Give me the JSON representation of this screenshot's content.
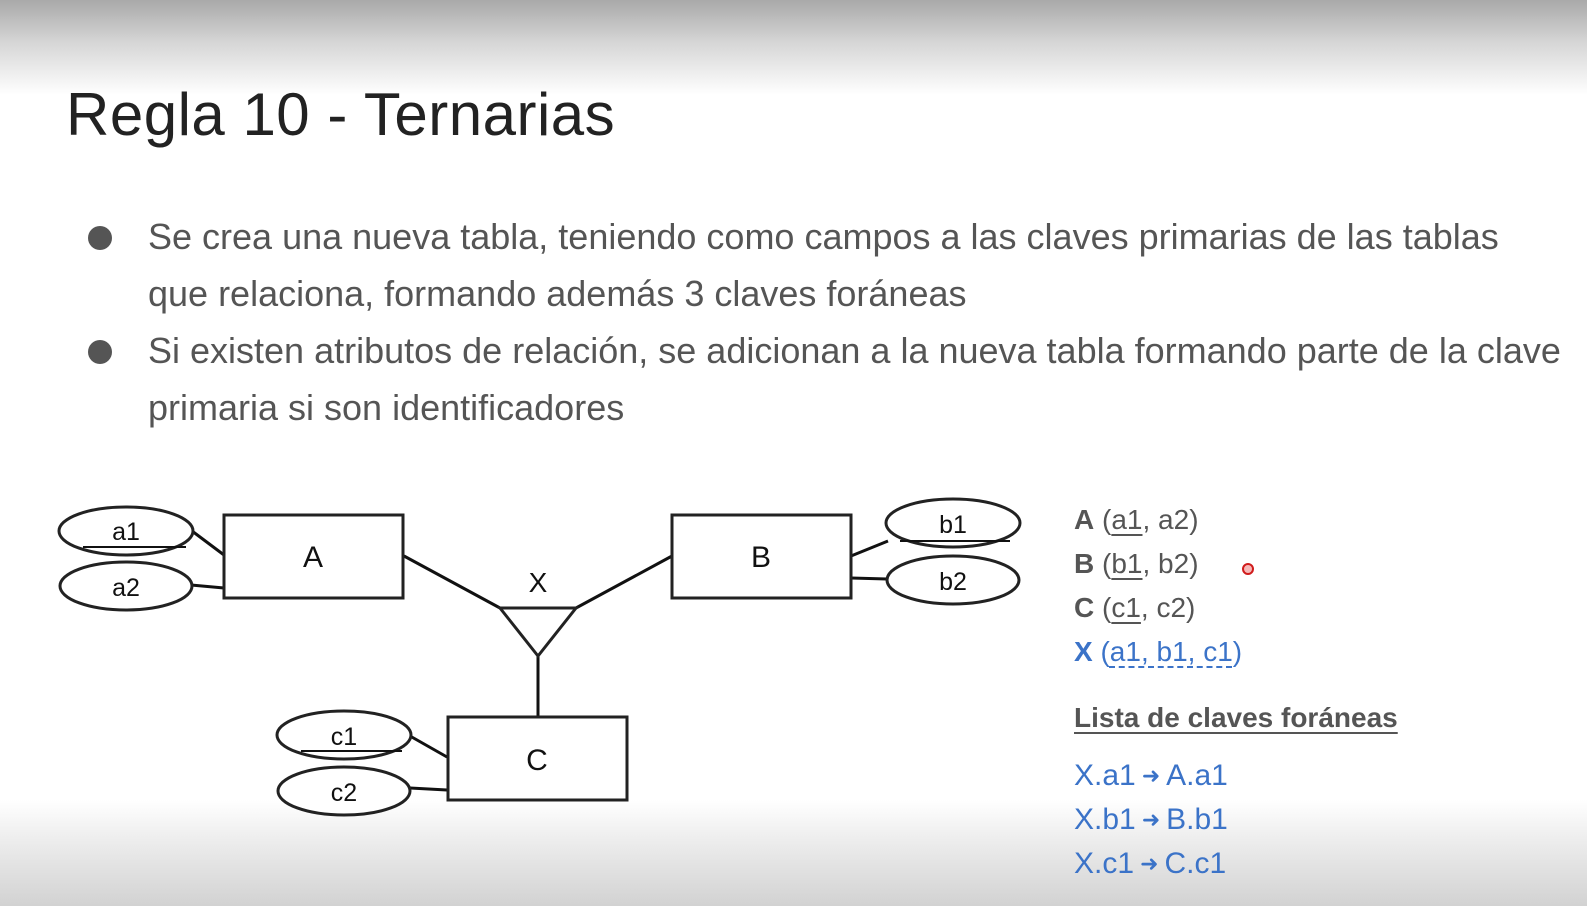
{
  "slide": {
    "title": "Regla 10 - Ternarias",
    "bullets": [
      "Se crea una nueva tabla, teniendo como campos a las claves primarias de las tablas que relaciona, formando además 3 claves foráneas",
      "Si existen atributos de relación, se adicionan a la nueva tabla formando parte de la clave primaria si son identificadores"
    ]
  },
  "diagram": {
    "entities": {
      "a": "A",
      "b": "B",
      "c": "C"
    },
    "relationship": "X",
    "attributes": {
      "a1": "a1",
      "a2": "a2",
      "b1": "b1",
      "b2": "b2",
      "c1": "c1",
      "c2": "c2"
    }
  },
  "schema": [
    {
      "name": "A",
      "open": " (",
      "key": "a1",
      "rest": ", a2)"
    },
    {
      "name": "B",
      "open": " (",
      "key": "b1",
      "rest": ", b2)"
    },
    {
      "name": "C",
      "open": " (",
      "key": "c1",
      "rest": ", c2)"
    },
    {
      "name": "X",
      "open": " (",
      "key": "a1, b1, c1",
      "rest": ")"
    }
  ],
  "foreign_keys": {
    "title": "Lista de claves foráneas",
    "items": [
      {
        "from": "X.a1",
        "to": "A.a1"
      },
      {
        "from": "X.b1",
        "to": "B.b1"
      },
      {
        "from": "X.c1",
        "to": "C.c1"
      }
    ]
  },
  "colors": {
    "accent": "#3b73c8",
    "text": "#555555",
    "title": "#222222",
    "pointer": "#d01c1c"
  }
}
